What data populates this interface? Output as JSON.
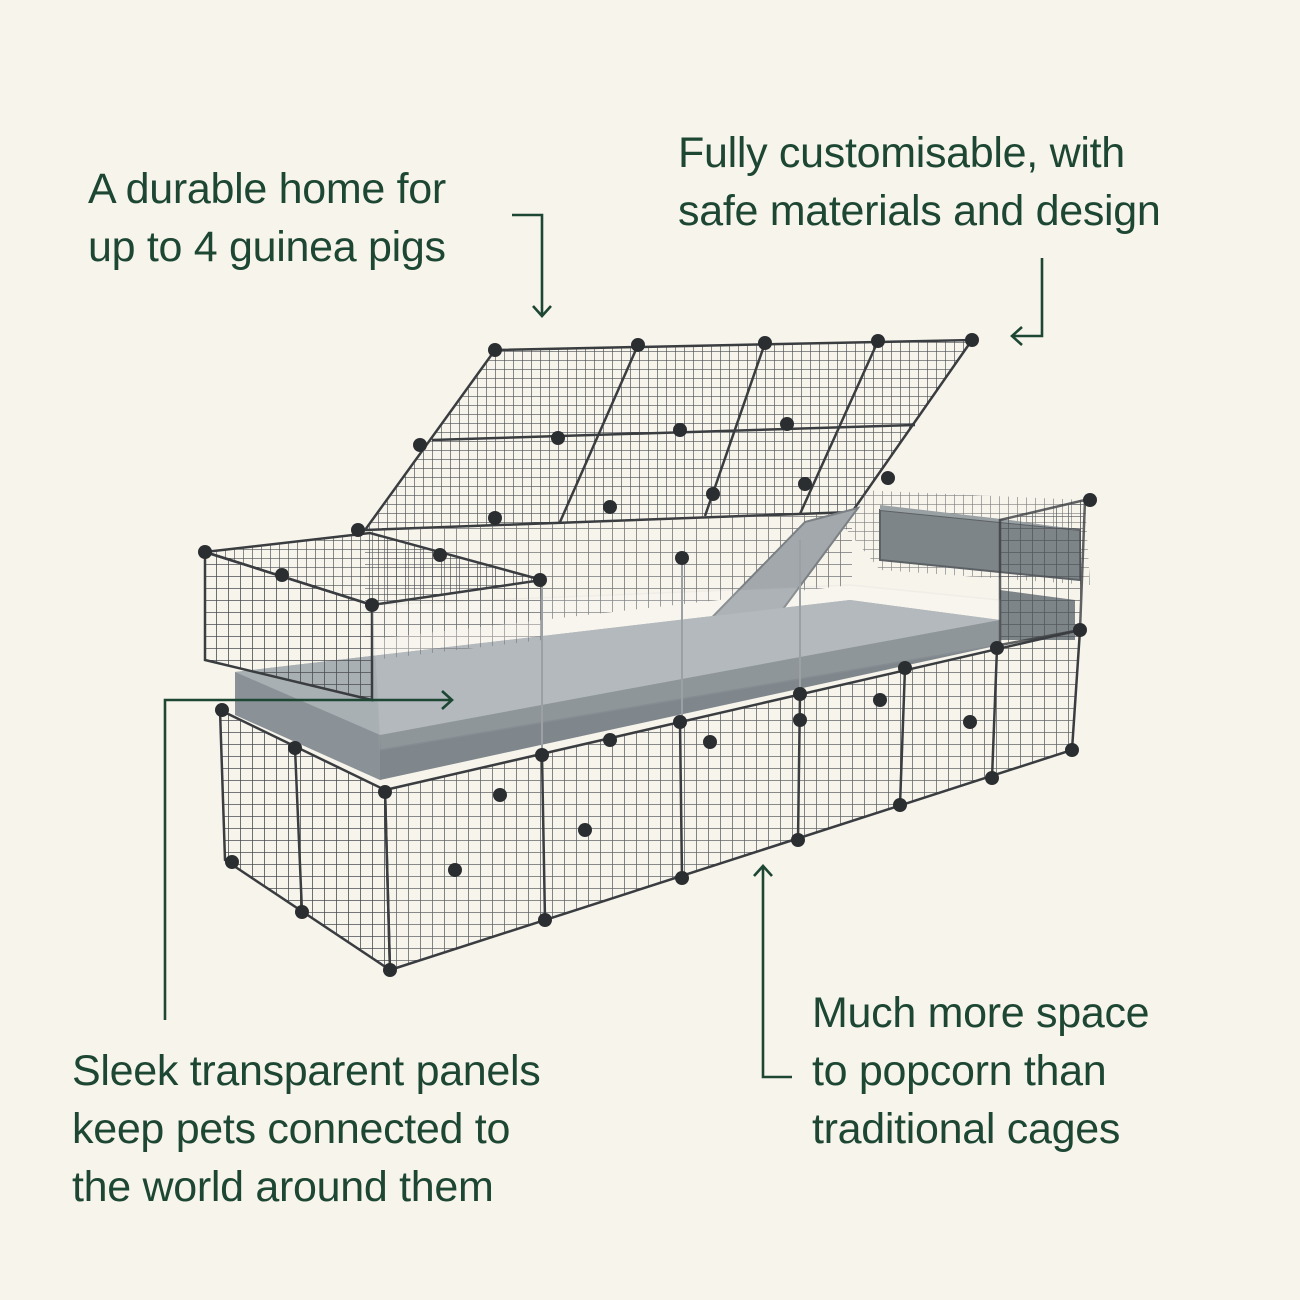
{
  "callouts": {
    "durable": {
      "line1": "A durable home for",
      "line2": "up to 4 guinea pigs"
    },
    "customisable": {
      "line1": "Fully customisable, with",
      "line2": "safe materials and design"
    },
    "transparent": {
      "line1": "Sleek transparent panels",
      "line2": "keep pets connected to",
      "line3": "the world around them"
    },
    "space": {
      "line1": "Much more space",
      "line2": "to popcorn than",
      "line3": "traditional cages"
    }
  },
  "colors": {
    "background": "#f7f4ec",
    "text": "#1d4733",
    "grid": "#4a4d52",
    "tray": "#8f979c",
    "connector": "#2b2e31"
  }
}
